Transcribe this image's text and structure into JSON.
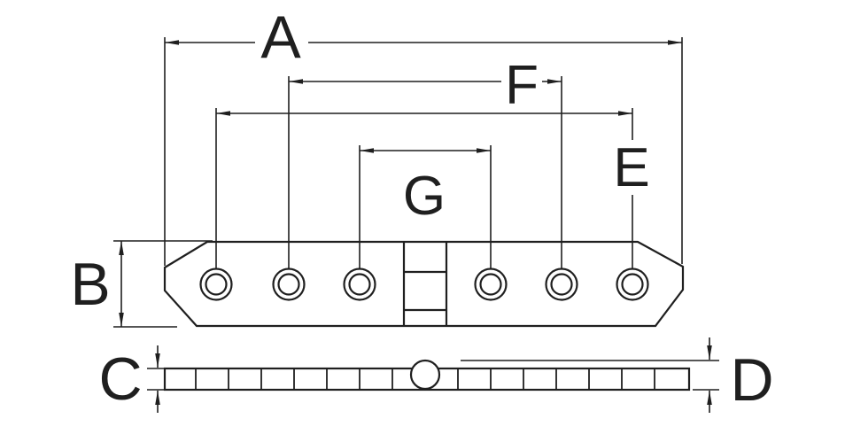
{
  "diagram": {
    "type": "dimension-drawing",
    "labels": {
      "a": "A",
      "b": "B",
      "c": "C",
      "d": "D",
      "e": "E",
      "f": "F",
      "g": "G"
    },
    "colors": {
      "line": "#1f1f1f",
      "background": "#ffffff"
    }
  }
}
